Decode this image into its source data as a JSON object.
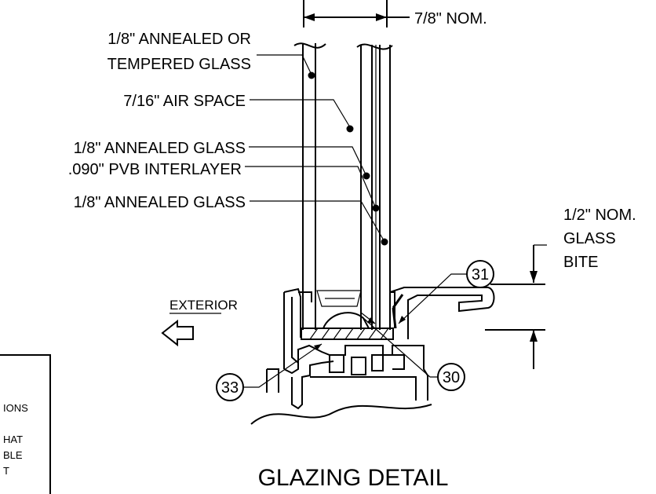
{
  "dimension": {
    "width_label": "7/8\" NOM.",
    "bite_label": [
      "1/2\" NOM.",
      "GLASS",
      "BITE"
    ]
  },
  "callouts": [
    {
      "lines": [
        "1/8\" ANNEALED  OR",
        "TEMPERED GLASS"
      ]
    },
    {
      "lines": [
        "7/16\" AIR SPACE"
      ]
    },
    {
      "lines": [
        "1/8\" ANNEALED GLASS"
      ]
    },
    {
      "lines": [
        ".090\" PVB INTERLAYER"
      ]
    },
    {
      "lines": [
        "1/8\" ANNEALED GLASS"
      ]
    }
  ],
  "exterior_label": "EXTERIOR",
  "part_numbers": [
    "31",
    "30",
    "33"
  ],
  "note_fragments": [
    "IONS",
    "HAT",
    "BLE",
    "T"
  ],
  "title": "GLAZING DETAIL"
}
